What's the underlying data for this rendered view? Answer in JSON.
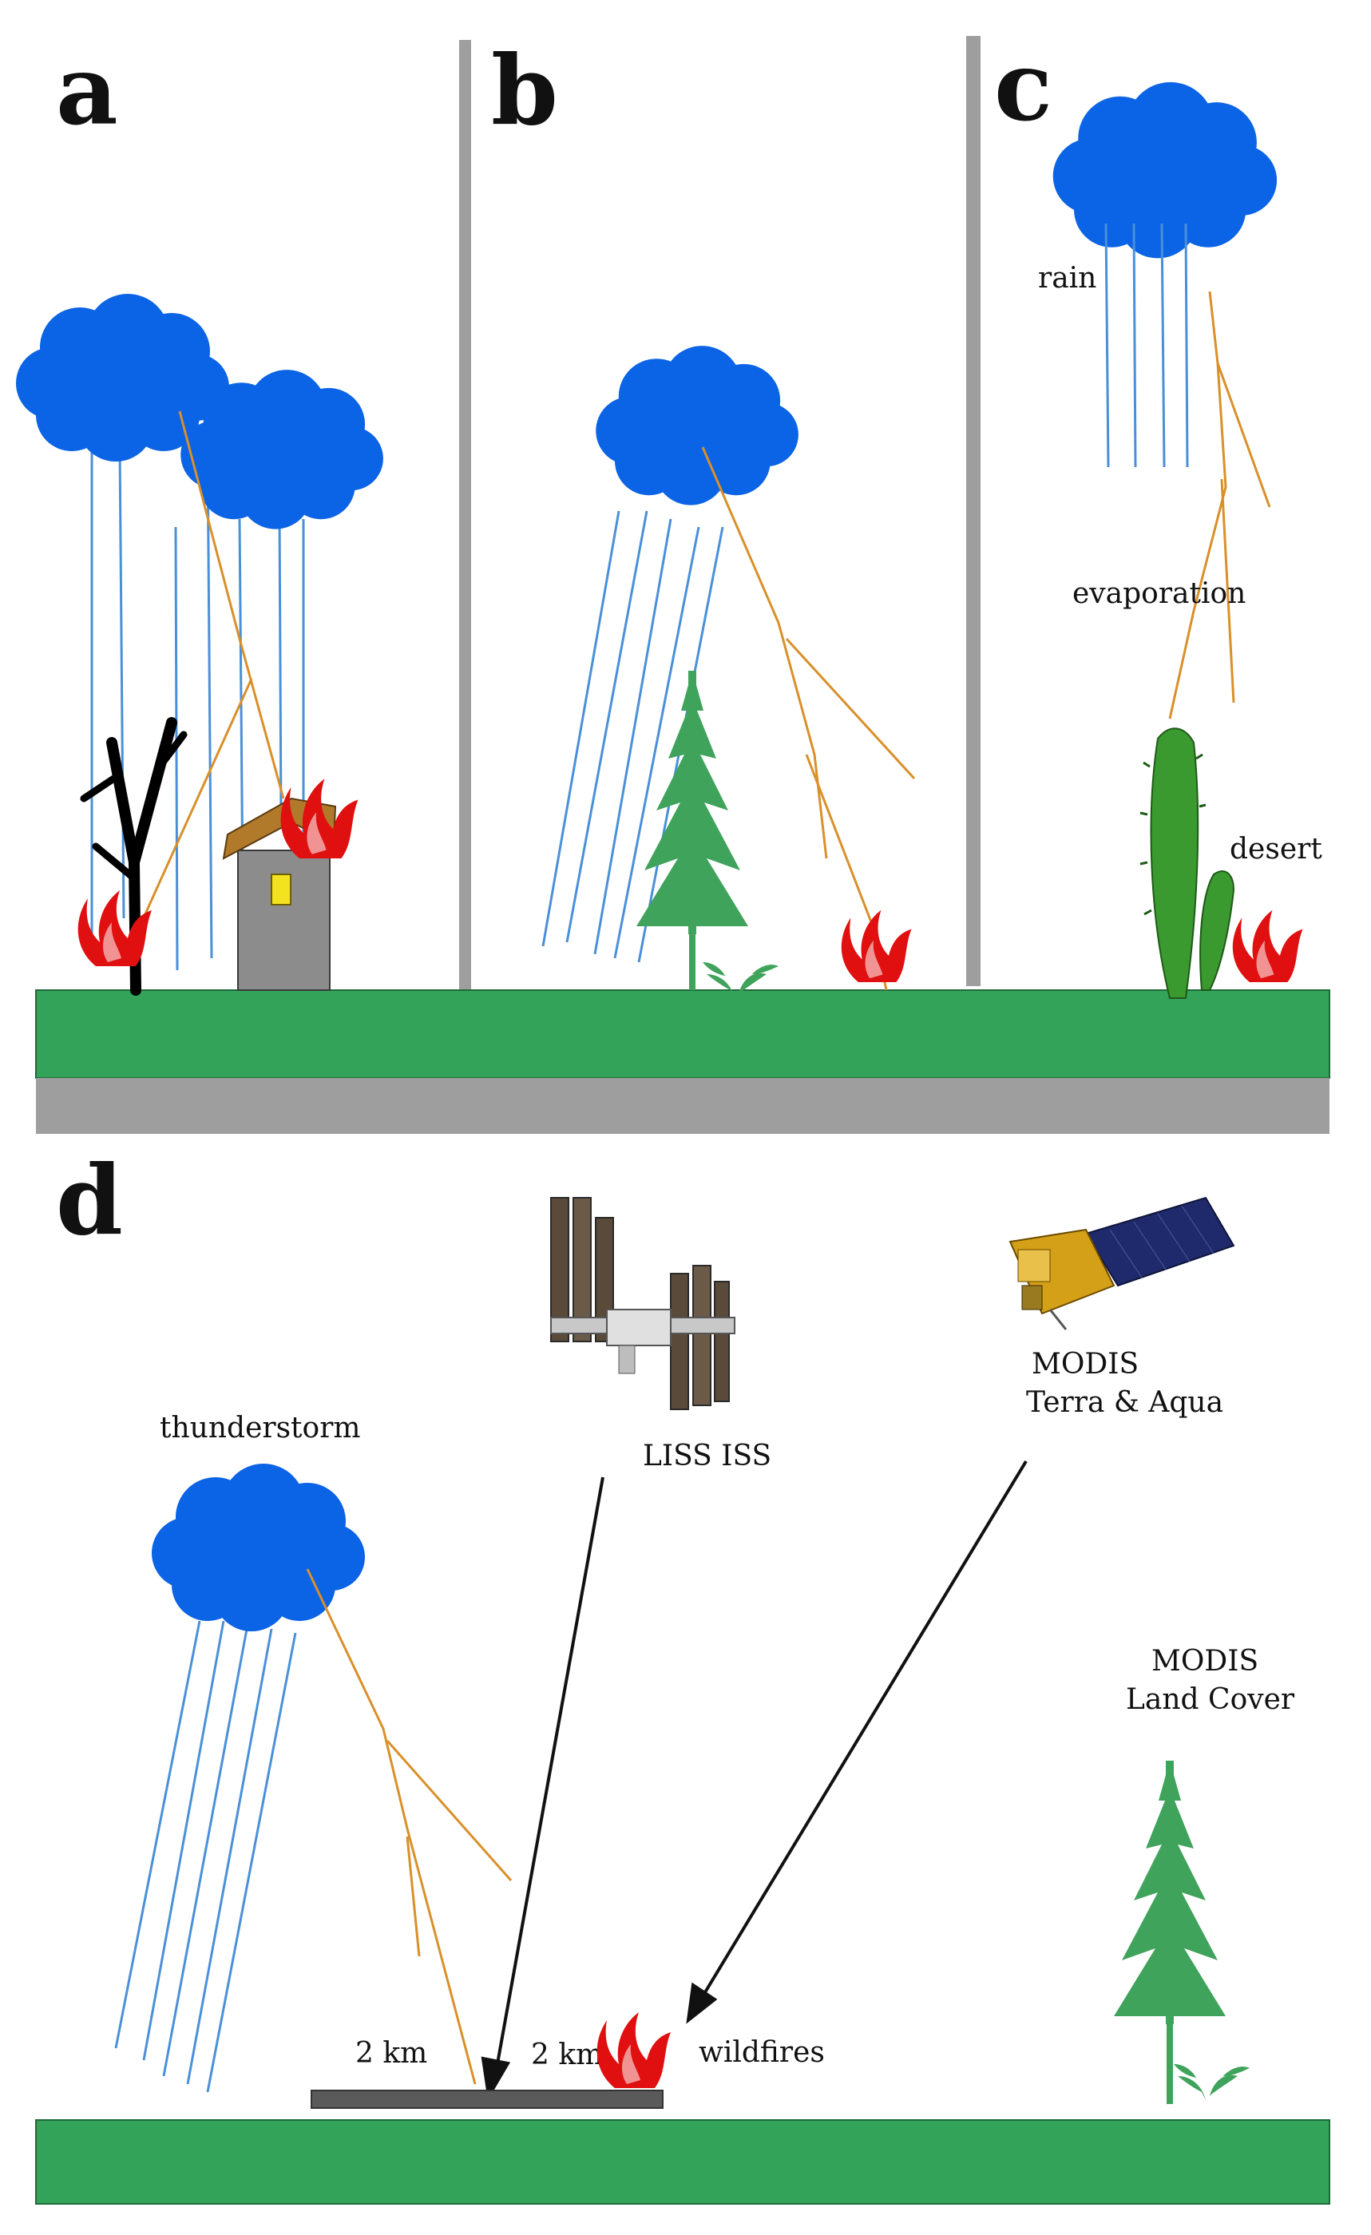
{
  "panels": {
    "a": {
      "letter": "a"
    },
    "b": {
      "letter": "b"
    },
    "c": {
      "letter": "c",
      "rain_label": "rain",
      "evaporation_label": "evaporation",
      "desert_label": "desert"
    },
    "d": {
      "letter": "d",
      "thunderstorm_label": "thunderstorm",
      "iss_label": "LISS ISS",
      "modis_label_line1": "MODIS",
      "modis_label_line2": "Terra & Aqua",
      "landcover_label_line1": "MODIS",
      "landcover_label_line2": "Land Cover",
      "distance_left": "2 km",
      "distance_right": "2 km",
      "wildfires_label": "wildfires"
    }
  },
  "colors": {
    "cloud": "#0b63e5",
    "rain": "#4a90d9",
    "lightning": "#d9902a",
    "ground": "#33a35a",
    "divider": "#9e9e9e",
    "tree": "#3fa35c",
    "cactus": "#3a9a2f",
    "fire": "#e01010",
    "house_wall": "#8c8c8c",
    "house_roof": "#b07a2a",
    "strip": "#5a5a5a",
    "arrow": "#111111"
  }
}
